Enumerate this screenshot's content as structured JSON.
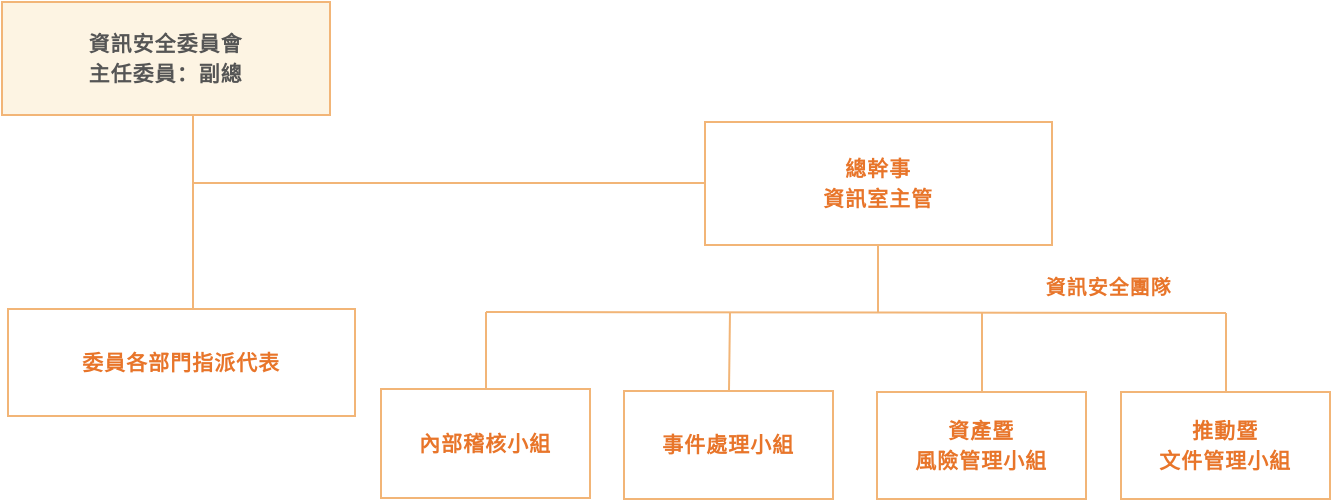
{
  "committee": {
    "title": "資訊安全委員會",
    "chair": "主任委員：副總"
  },
  "secretary": {
    "title": "總幹事",
    "role": "資訊室主管"
  },
  "dept_reps": {
    "label": "委員各部門指派代表"
  },
  "team": {
    "label": "資訊安全團隊",
    "groups": [
      {
        "line1": "內部稽核小組",
        "line2": ""
      },
      {
        "line1": "事件處理小組",
        "line2": ""
      },
      {
        "line1": "資產暨",
        "line2": "風險管理小組"
      },
      {
        "line1": "推動暨",
        "line2": "文件管理小組"
      }
    ]
  },
  "colors": {
    "border": "#f2b577",
    "accent_text": "#e8752a",
    "top_box_fill": "#fdf4e3",
    "top_box_text": "#555555"
  }
}
